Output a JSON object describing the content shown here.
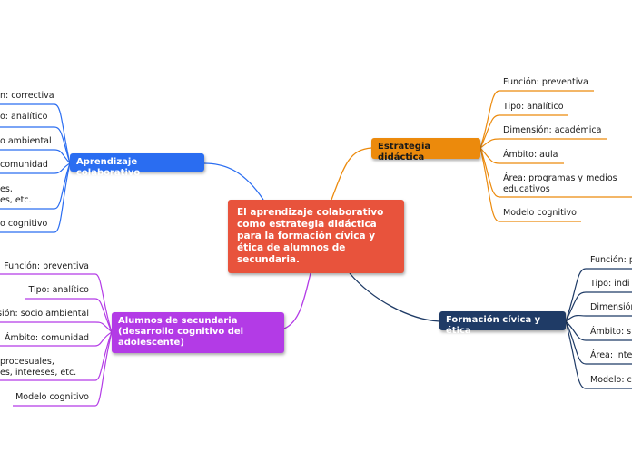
{
  "central": "El aprendizaje colaborativo como estrategia didáctica para la formación cívica y ética de alumnos de secundaria.",
  "colors": {
    "central": "#e8533c",
    "estrategia": "#ec8a0c",
    "aprendizaje": "#2a6df1",
    "formacion": "#1f3b66",
    "alumnos": "#b33be6"
  },
  "branches": {
    "estrategia": {
      "label": "Estrategia didáctica",
      "items": [
        "Función: preventiva",
        "Tipo: analítico",
        "Dimensión: académica",
        "Ámbito: aula",
        "Área: programas y medios educativos",
        "Modelo cognitivo"
      ]
    },
    "aprendizaje": {
      "label": "Aprendizaje colaborativo",
      "items": [
        "n: correctiva",
        "o: analítico",
        "o ambiental",
        "comunidad",
        "es,\nes, etc.",
        "o cognitivo"
      ]
    },
    "formacion": {
      "label": "Formación cívica y ética",
      "items": [
        "Función: p",
        "Tipo: indi",
        "Dimensión",
        "Ámbito: s",
        "Área: inte",
        "Modelo: c"
      ]
    },
    "alumnos": {
      "label": "Alumnos de secundaria (desarrollo cognitivo del adolescente)",
      "items": [
        "Función: preventiva",
        "Tipo: analítico",
        "sión: socio ambiental",
        "Ámbito: comunidad",
        "procesuales,\nes, intereses, etc.",
        "Modelo cognitivo"
      ]
    }
  }
}
